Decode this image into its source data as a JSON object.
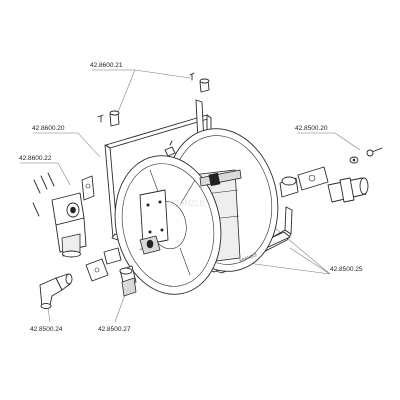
{
  "parts": [
    {
      "id": "p1",
      "number": "42.8600.21"
    },
    {
      "id": "p2",
      "number": "42.8600.20"
    },
    {
      "id": "p3",
      "number": "42.8600.22"
    },
    {
      "id": "p4",
      "number": "42.8500.20"
    },
    {
      "id": "p5",
      "number": "42.8500.25"
    },
    {
      "id": "p6",
      "number": "42.8500.24"
    },
    {
      "id": "p7",
      "number": "42.8500.27"
    }
  ],
  "brand": {
    "text": "KRÄNZLE"
  }
}
